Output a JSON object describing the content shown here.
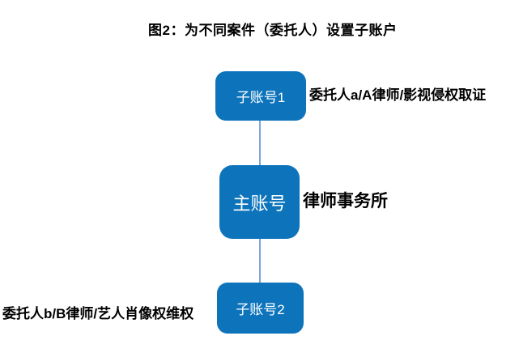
{
  "figure": {
    "title": "图2：为不同案件（委托人）设置子账户"
  },
  "diagram": {
    "nodes": [
      {
        "id": "sub-account-1",
        "label": "子账号1",
        "annotation": "委托人a/A律师/影视侵权取证",
        "annotation_side": "right"
      },
      {
        "id": "main-account",
        "label": "主账号",
        "annotation": "律师事务所",
        "annotation_side": "right"
      },
      {
        "id": "sub-account-2",
        "label": "子账号2",
        "annotation": "委托人b/B律师/艺人肖像权维权",
        "annotation_side": "left"
      }
    ],
    "connectors": [
      {
        "from": "sub-account-1",
        "to": "main-account"
      },
      {
        "from": "main-account",
        "to": "sub-account-2"
      }
    ],
    "colors": {
      "node_fill": "#0d74bc",
      "node_text": "#ffffff",
      "connector": "#7ea6d8",
      "title_text": "#000000",
      "annotation_text": "#000000"
    }
  }
}
